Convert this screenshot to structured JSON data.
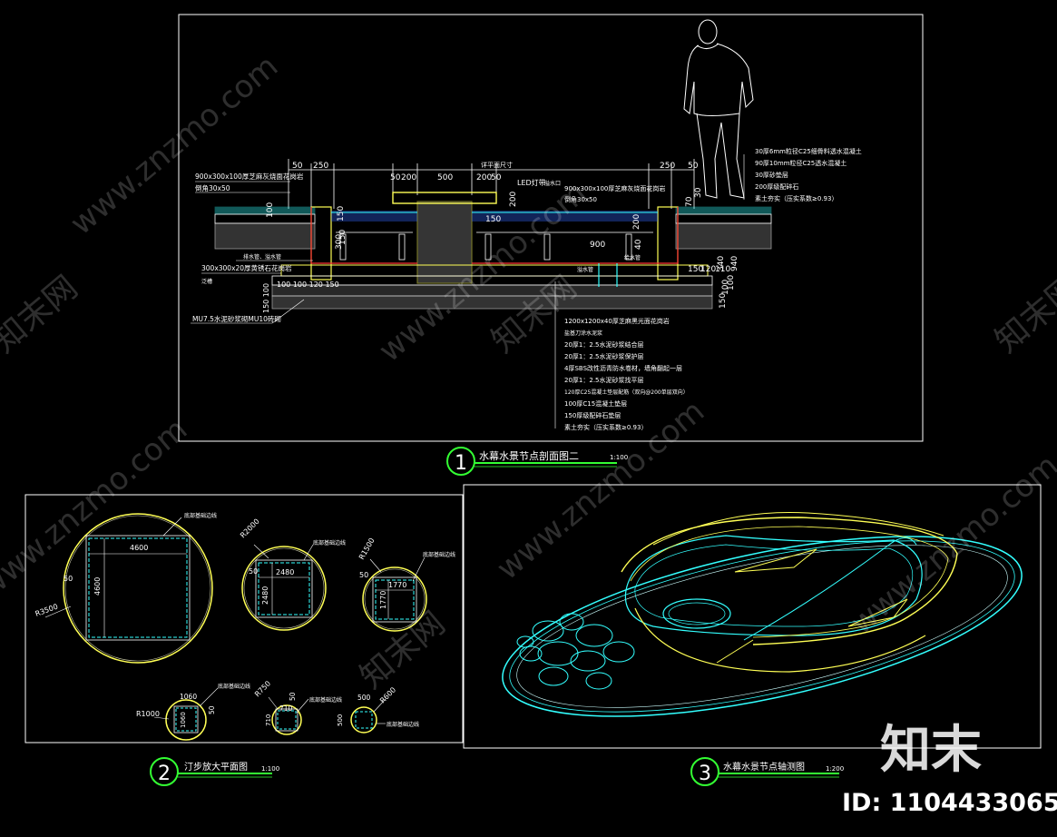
{
  "colors": {
    "background": "#000000",
    "frame": "#ffffff",
    "yellow": "#ffff55",
    "cyan": "#33ffff",
    "green": "#33ff33",
    "red": "#ff3333",
    "orange": "#ff9900",
    "gray": "#cccccc"
  },
  "section": {
    "number": "1",
    "title": "水幕水景节点剖面图二",
    "scale": "1:100",
    "dims_top": [
      "50",
      "250",
      "50",
      "200",
      "500",
      "200",
      "50",
      "250",
      "50"
    ],
    "dim_total": "详平面尺寸",
    "led_label": "LED灯带",
    "led_label2": "溢水口",
    "dims_mid": [
      "100",
      "150",
      "150",
      "200",
      "150",
      "300",
      "200",
      "900",
      "40",
      "150",
      "120",
      "110",
      "100",
      "340",
      "940",
      "150",
      "100",
      "70",
      "30"
    ],
    "labels_left": [
      "900x300x100厚芝麻灰烧面花岗岩",
      "倒角30x50",
      "排水管、溢水管",
      "300x300x20厚黄锈石花岗岩",
      "泛槽",
      "100 100 120 150",
      "MU7.5水泥砂浆砌MU10砖砌"
    ],
    "labels_mid": [
      "900x300x100厚芝麻灰烧面花岗岩",
      "倒角30x50",
      "溢水管",
      "给水管"
    ],
    "labels_right": [
      "30厚6mm粒径C25细骨料透水混凝土",
      "90厚10mm粒径C25透水混凝土",
      "30厚砂垫层",
      "200厚级配碎石",
      "素土夯实（压实系数≥0.93）"
    ],
    "labels_bottom": [
      "1200x1200x40厚芝麻黑光面花岗岩",
      "盐基刀涂水泥浆",
      "20厚1：2.5水泥砂浆结合层",
      "20厚1：2.5水泥砂浆保护层",
      "4厚SBS改性沥青防水卷材，墙角翻起一层",
      "20厚1：2.5水泥砂浆找平层",
      "120厚C25混凝土垫层配筋（双向@200单层双向）",
      "100厚C15混凝土垫层",
      "150厚级配碎石垫层",
      "素土夯实（压实系数≥0.93）"
    ]
  },
  "plan": {
    "number": "2",
    "title": "汀步放大平面图",
    "scale": "1:100",
    "edge_label": "底部基础边线",
    "stones": [
      {
        "radius_label": "R3500",
        "side": "4600",
        "edge": "50"
      },
      {
        "radius_label": "R2000",
        "side": "2480",
        "edge": "50"
      },
      {
        "radius_label": "R1500",
        "side": "1770",
        "edge": "50"
      },
      {
        "radius_label": "R1000",
        "side": "1060",
        "edge": "50"
      },
      {
        "radius_label": "R750",
        "side": "710",
        "edge": "50"
      },
      {
        "radius_label": "R600",
        "side": "500",
        "edge": ""
      }
    ]
  },
  "axo": {
    "number": "3",
    "title": "水幕水景节点轴测图",
    "scale": "1:200"
  },
  "watermark": {
    "site": "www.znzmo.com",
    "brand": "知末网",
    "logo": "知末",
    "id": "ID: 1104433065"
  }
}
